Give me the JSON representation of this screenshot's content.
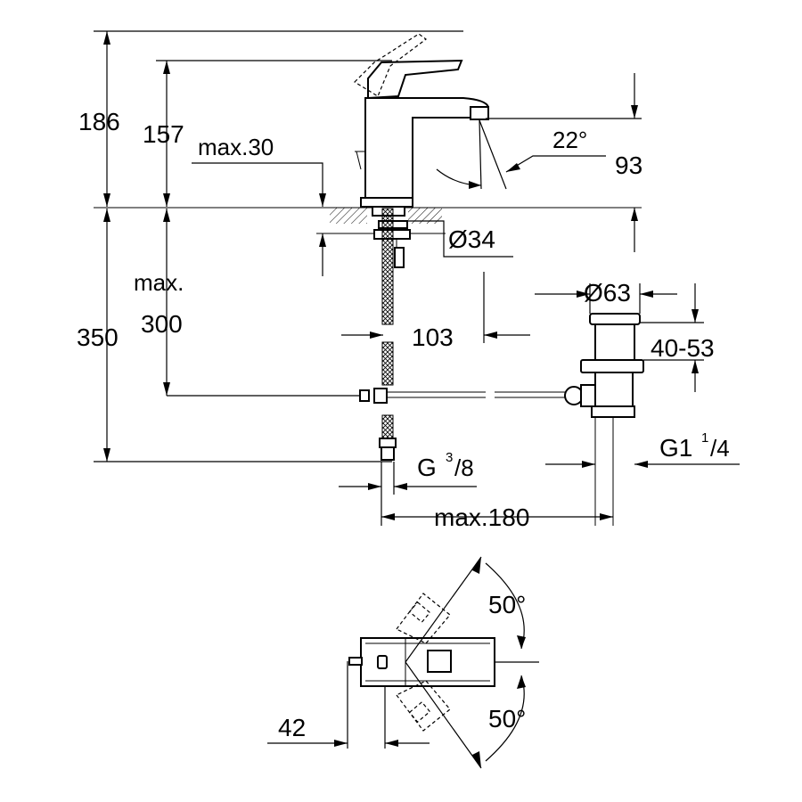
{
  "dimensions": {
    "h_total": "186",
    "h_spout": "157",
    "max_30": "max.30",
    "angle_22": "22°",
    "outlet_93": "93",
    "hole_dia": "Ø34",
    "max_label": "max.",
    "h_under": "300",
    "h_350": "350",
    "reach_103": "103",
    "waste_dia": "Ø63",
    "thickness": "40-53",
    "waste_thread_base": "G1",
    "waste_thread_num": "1",
    "waste_thread_den": "/4",
    "supply_thread_base": "G",
    "supply_thread_num": "3",
    "supply_thread_den": "/8",
    "max_180": "max.180",
    "angle_top": "50°",
    "angle_bottom": "50°",
    "offset_42": "42"
  }
}
